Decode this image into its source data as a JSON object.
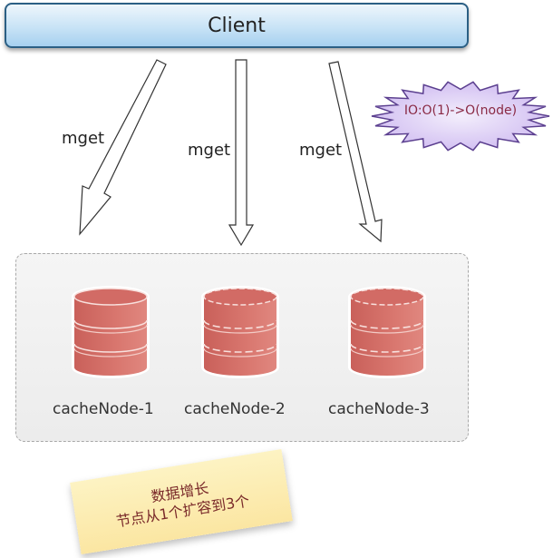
{
  "client": {
    "label": "Client"
  },
  "requests": [
    {
      "label": "mget"
    },
    {
      "label": "mget"
    },
    {
      "label": "mget"
    }
  ],
  "nodes": [
    {
      "label": "cacheNode-1",
      "style": "solid"
    },
    {
      "label": "cacheNode-2",
      "style": "dashed"
    },
    {
      "label": "cacheNode-3",
      "style": "dashed"
    }
  ],
  "callout": {
    "text": "IO:O(1)->O(node)"
  },
  "note": {
    "line1": "数据增长",
    "line2": "节点从1个扩容到3个"
  },
  "colors": {
    "client_fill": "#c8e3f6",
    "client_border": "#2b5f84",
    "db_fill": "#d9756f",
    "burst_fill": "#ddd0f5",
    "burst_stroke": "#6a4a9a",
    "note_fill": "#fbe6a2"
  }
}
